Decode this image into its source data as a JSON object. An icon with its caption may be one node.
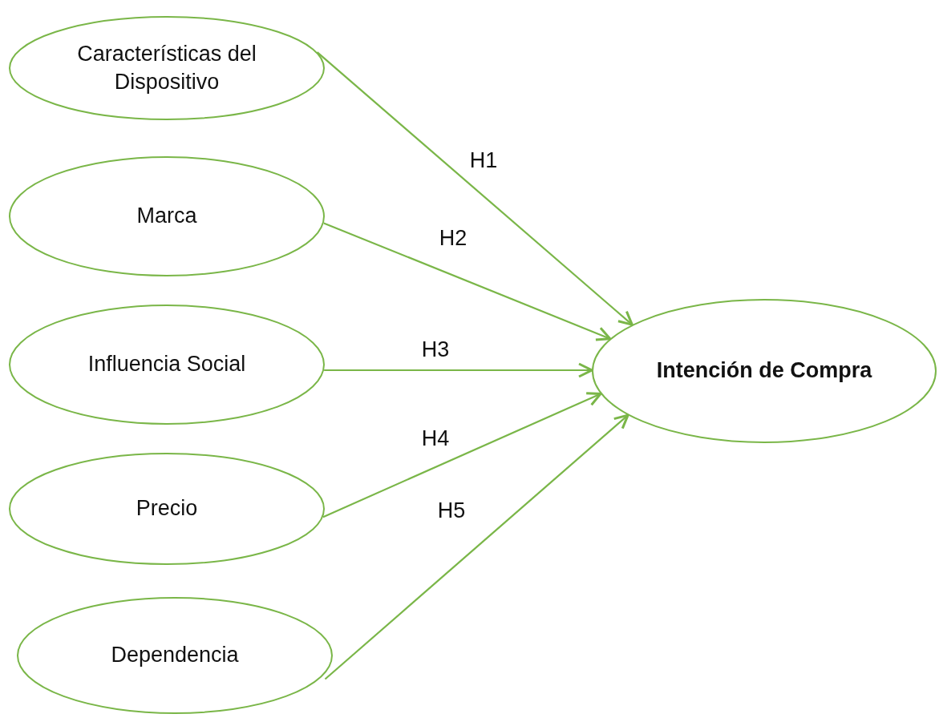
{
  "diagram": {
    "nodes": [
      {
        "text": [
          "Características del Dispositivo"
        ]
      },
      {
        "text": [
          "Marca"
        ]
      },
      {
        "text": [
          "Influencia Social"
        ]
      },
      {
        "text": [
          "Precio"
        ]
      },
      {
        "text": [
          "Dependencia"
        ]
      },
      {
        "text": [
          "Intención de Compra"
        ]
      }
    ],
    "edges": [
      {
        "from": 0,
        "to": 5,
        "arrow": "to",
        "label": "H1"
      },
      {
        "from": 1,
        "to": 5,
        "arrow": "to",
        "label": "H2"
      },
      {
        "from": 2,
        "to": 5,
        "arrow": "to",
        "label": "H3"
      },
      {
        "from": 3,
        "to": 5,
        "arrow": "to",
        "label": "H4"
      },
      {
        "from": 4,
        "to": 5,
        "arrow": "to",
        "label": "H5"
      }
    ]
  }
}
